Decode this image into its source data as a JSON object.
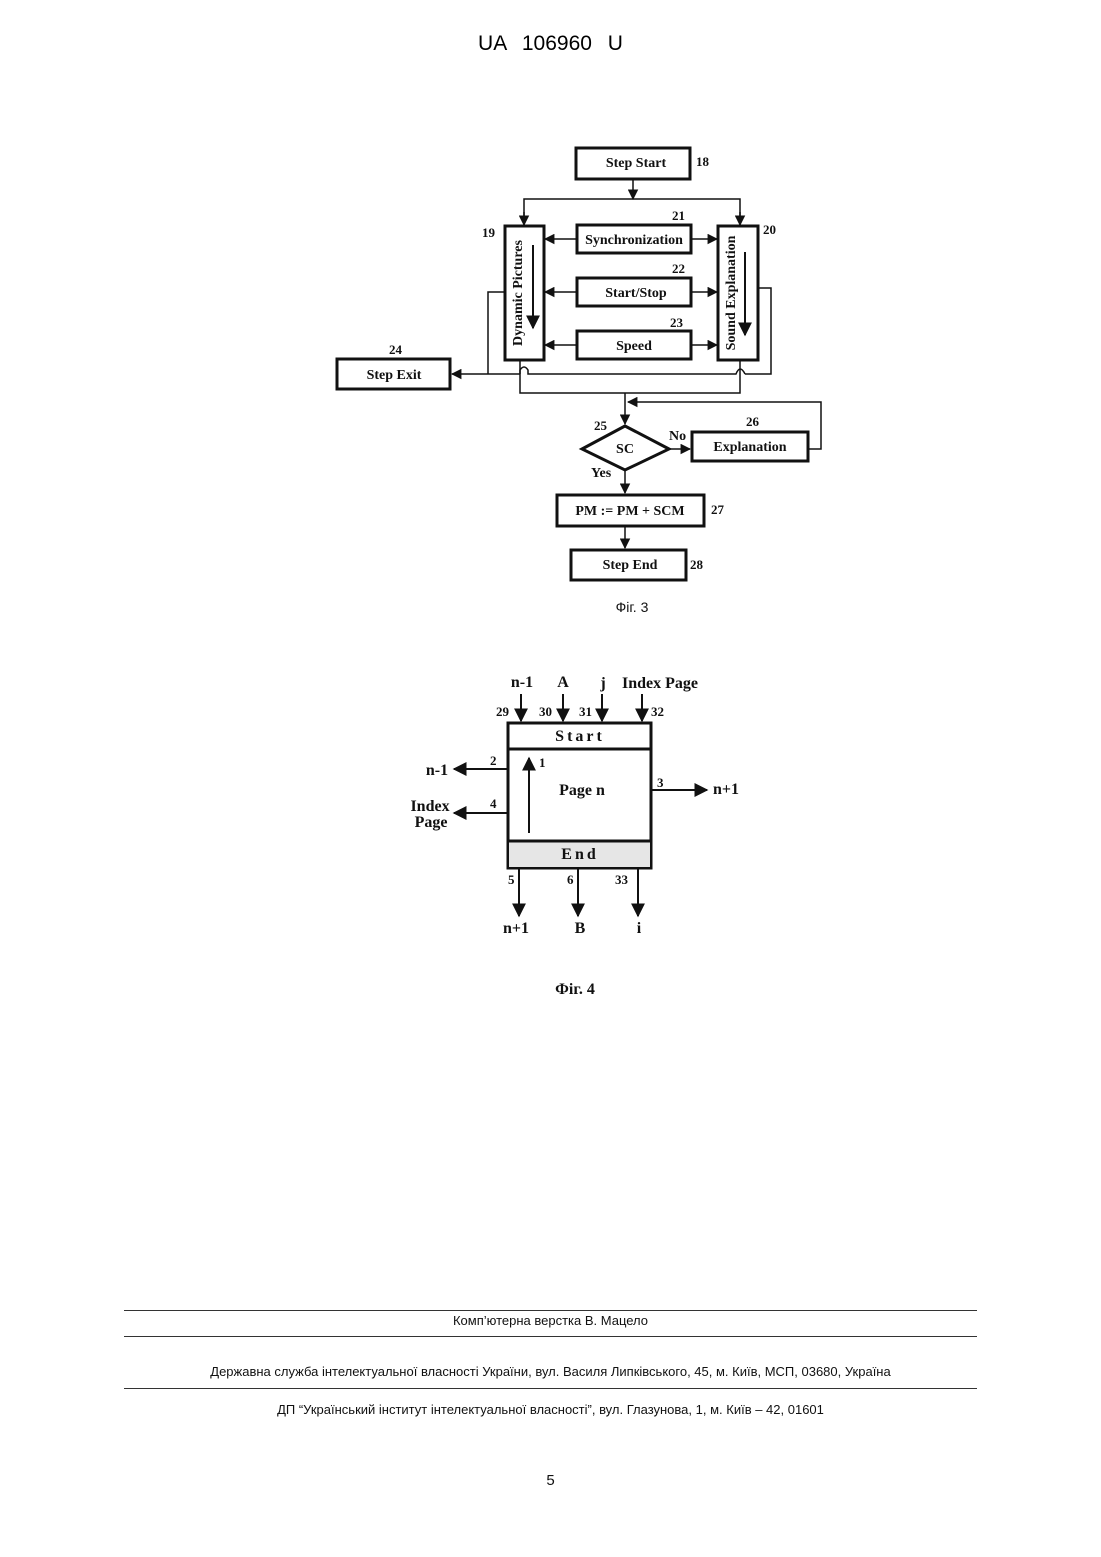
{
  "header": {
    "doc_number": "UA   106960   U"
  },
  "fig3": {
    "caption": "Фіг. 3",
    "blocks": {
      "step_start": "Step Start",
      "sync": "Synchronization",
      "startstop": "Start/Stop",
      "speed": "Speed",
      "dyn_pictures": "Dynamic Pictures",
      "sound_expl": "Sound Explanation",
      "step_exit": "Step Exit",
      "sc": "SC",
      "explanation": "Explanation",
      "pm": "PM := PM + SCM",
      "step_end": "Step End"
    },
    "labels": {
      "no": "No",
      "yes": "Yes"
    },
    "refs": {
      "r18": "18",
      "r19": "19",
      "r20": "20",
      "r21": "21",
      "r22": "22",
      "r23": "23",
      "r24": "24",
      "r25": "25",
      "r26": "26",
      "r27": "27",
      "r28": "28"
    }
  },
  "fig4": {
    "caption": "Фіг. 4",
    "start": "Start",
    "end": "End",
    "page": "Page n",
    "inputs": {
      "n_minus_1": "n-1",
      "a": "A",
      "j": "j",
      "index_page": "Index Page"
    },
    "left": {
      "n_minus_1": "n-1",
      "index": "Index",
      "page": "Page"
    },
    "right": {
      "n_plus_1": "n+1"
    },
    "outputs": {
      "n_plus_1": "n+1",
      "b": "B",
      "i": "i"
    },
    "refs": {
      "r1": "1",
      "r2": "2",
      "r3": "3",
      "r4": "4",
      "r5": "5",
      "r6": "6",
      "r29": "29",
      "r30": "30",
      "r31": "31",
      "r32": "32",
      "r33": "33"
    }
  },
  "footer": {
    "composer": "Комп’ютерна верстка В. Мацело",
    "office": "Державна служба інтелектуальної власності України, вул. Василя Липківського, 45, м. Київ, МСП, 03680, Україна",
    "institute": "ДП “Український інститут інтелектуальної власності”, вул. Глазунова, 1, м. Київ – 42, 01601"
  },
  "page_number": "5"
}
